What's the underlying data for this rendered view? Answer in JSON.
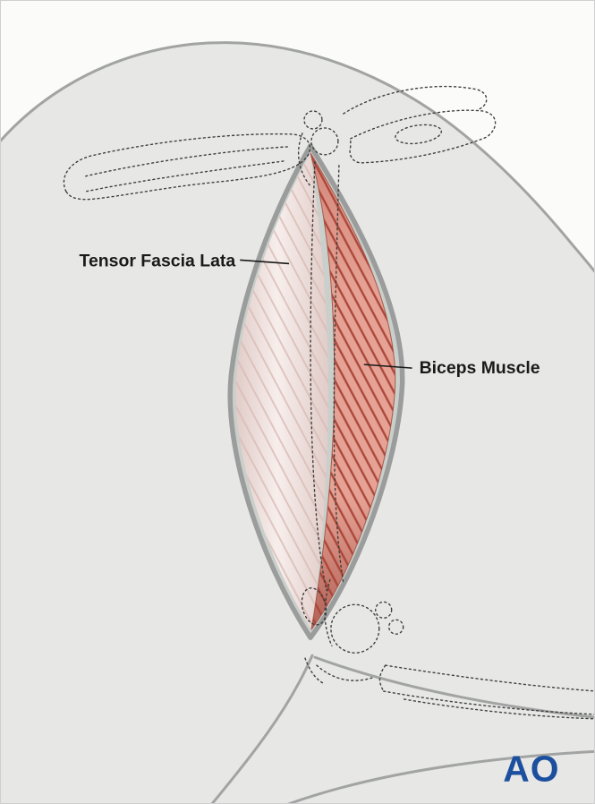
{
  "illustration": {
    "labels": {
      "tensor": "Tensor Fascia Lata",
      "biceps": "Biceps Muscle"
    },
    "logo": {
      "text": "AO"
    },
    "colors": {
      "background": "#fbfbfa",
      "body_fill": "#e7e8e6",
      "outline_gray": "#a2a4a3",
      "incision_gray": "#9b9d9c",
      "incision_rim": "#c9cfcb",
      "bone_dotted": "#3f3f3f",
      "tensor_fill": "#f7eeec",
      "tensor_shadow": "#e1ccc8",
      "tensor_hatch": "#d8bcb6",
      "biceps_top": "#d4897b",
      "biceps_fill": "#e6a395",
      "biceps_shadow": "#b26055",
      "biceps_hatch": "#ab473a",
      "label_text": "#1a1a1a",
      "logo_blue": "#1c4f9e"
    }
  }
}
